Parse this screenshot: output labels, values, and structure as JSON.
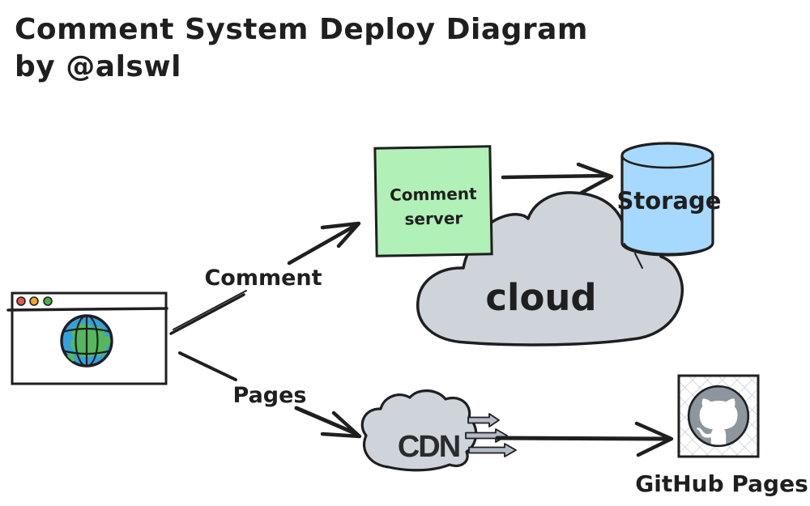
{
  "title": {
    "line1": "Comment System Deploy Diagram",
    "line2": "by @alswl"
  },
  "nodes": {
    "browser": {
      "type": "browser-window",
      "traffic_lights": [
        "red",
        "yellow",
        "green"
      ],
      "icon": "globe-icon"
    },
    "comment_server": {
      "label_line1": "Comment",
      "label_line2": "server",
      "fill": "#b1f0b7"
    },
    "cloud": {
      "label": "cloud",
      "fill": "#ced4da"
    },
    "storage": {
      "label": "Storage",
      "shape": "cylinder",
      "fill": "#a7d9fe"
    },
    "cdn": {
      "label": "CDN",
      "fill": "#ced4da"
    },
    "github_pages": {
      "caption": "GitHub Pages",
      "icon": "github-octocat-icon"
    }
  },
  "edges": [
    {
      "id": "comment",
      "label": "Comment",
      "from": "browser",
      "to": "comment_server"
    },
    {
      "id": "server-to-storage",
      "label": "",
      "from": "comment_server",
      "to": "storage"
    },
    {
      "id": "pages",
      "label": "Pages",
      "from": "browser",
      "to": "cdn"
    },
    {
      "id": "cdn-to-github",
      "label": "",
      "from": "cdn",
      "to": "github_pages"
    }
  ],
  "colors": {
    "ink": "#1f1f1f",
    "node-green": "#b1f0b7",
    "node-blue": "#a7d9fe",
    "node-gray": "#ced4da",
    "github-gray": "#8d959e",
    "hatch": "#c9d2e2",
    "dot-red": "#e8574e",
    "dot-yellow": "#f0a42e",
    "dot-green": "#43b14b",
    "globe-blue": "#33a1e0",
    "globe-land": "#55b85c",
    "mini-arrow-gray": "#b3bcc7"
  }
}
